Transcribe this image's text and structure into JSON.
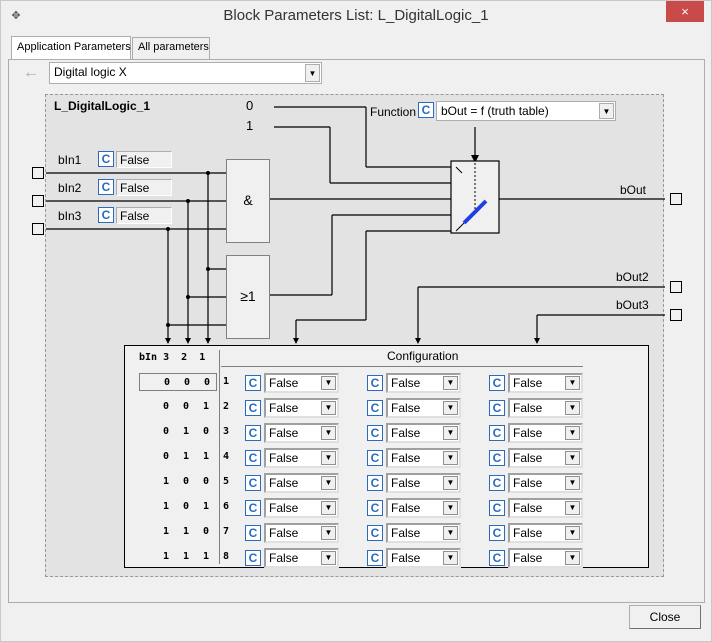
{
  "window": {
    "title": "Block Parameters List: L_DigitalLogic_1",
    "close_glyph": "×",
    "app_icon": "gear-icon"
  },
  "tabs": [
    {
      "label": "Application Parameters",
      "active": true
    },
    {
      "label": "All parameters",
      "active": false
    }
  ],
  "nav": {
    "back_glyph": "←",
    "selector_value": "Digital logic X"
  },
  "diagram": {
    "block_name": "L_DigitalLogic_1",
    "constants": [
      "0",
      "1"
    ],
    "function": {
      "label": "Function",
      "badge": "C",
      "value": "bOut = f (truth table)"
    },
    "inputs": [
      {
        "name": "bIn1",
        "badge": "C",
        "value": "False"
      },
      {
        "name": "bIn2",
        "badge": "C",
        "value": "False"
      },
      {
        "name": "bIn3",
        "badge": "C",
        "value": "False"
      }
    ],
    "gates": {
      "and_label": "&",
      "or_label": "≥1"
    },
    "outputs": [
      "bOut",
      "bOut2",
      "bOut3"
    ]
  },
  "truth_table": {
    "header_bits": "bIn 3  2  1",
    "config_title": "Configuration",
    "selected_row": 0,
    "rows": [
      {
        "bits": [
          "0",
          "0",
          "0"
        ],
        "index": "1",
        "outputs": [
          "False",
          "False",
          "False"
        ]
      },
      {
        "bits": [
          "0",
          "0",
          "1"
        ],
        "index": "2",
        "outputs": [
          "False",
          "False",
          "False"
        ]
      },
      {
        "bits": [
          "0",
          "1",
          "0"
        ],
        "index": "3",
        "outputs": [
          "False",
          "False",
          "False"
        ]
      },
      {
        "bits": [
          "0",
          "1",
          "1"
        ],
        "index": "4",
        "outputs": [
          "False",
          "False",
          "False"
        ]
      },
      {
        "bits": [
          "1",
          "0",
          "0"
        ],
        "index": "5",
        "outputs": [
          "False",
          "False",
          "False"
        ]
      },
      {
        "bits": [
          "1",
          "0",
          "1"
        ],
        "index": "6",
        "outputs": [
          "False",
          "False",
          "False"
        ]
      },
      {
        "bits": [
          "1",
          "1",
          "0"
        ],
        "index": "7",
        "outputs": [
          "False",
          "False",
          "False"
        ]
      },
      {
        "bits": [
          "1",
          "1",
          "1"
        ],
        "index": "8",
        "outputs": [
          "False",
          "False",
          "False"
        ]
      }
    ],
    "badge": "C",
    "dropdown_glyph": "▼"
  },
  "footer": {
    "close_label": "Close"
  },
  "colors": {
    "badge_blue": "#2a6bbf",
    "switch_blue": "#1f3fe0",
    "close_red": "#c94a4a"
  }
}
